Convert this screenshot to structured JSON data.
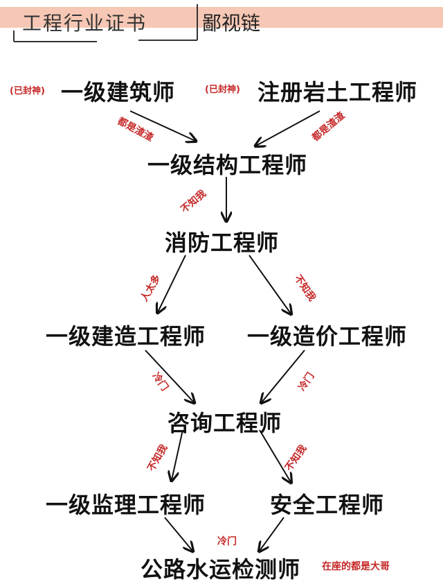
{
  "header": {
    "left": "工程行业证书",
    "right": "鄙视链"
  },
  "nodes": {
    "architect": "一级建筑师",
    "geotech": "注册岩土工程师",
    "structural": "一级结构工程师",
    "fire": "消防工程师",
    "constructor": "一级建造工程师",
    "cost": "一级造价工程师",
    "consulting": "咨询工程师",
    "supervision": "一级监理工程师",
    "safety": "安全工程师",
    "testing": "公路水运检测师"
  },
  "tags": {
    "architect_tag": "(已封神)",
    "geotech_tag": "(已封神)"
  },
  "edge_labels": {
    "arch_to_struct": "都是渣渣",
    "geo_to_struct": "都是渣渣",
    "struct_to_fire": "不知我",
    "fire_to_constructor": "人太多",
    "fire_to_cost": "不知我",
    "constructor_to_consult": "冷门",
    "cost_to_consult": "冷门",
    "consult_to_supervision": "不知我",
    "consult_to_safety": "不知我",
    "bottom_label": "冷门"
  },
  "footer": {
    "note": "在座的都是大哥"
  }
}
